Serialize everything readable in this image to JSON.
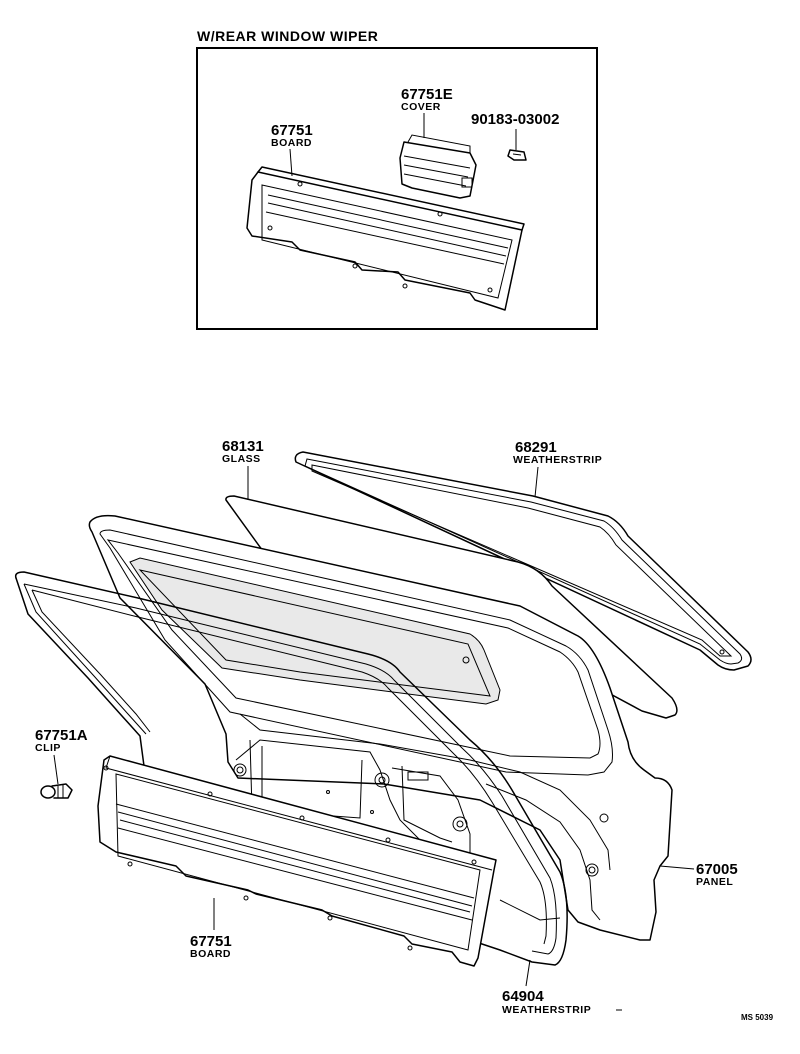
{
  "inset": {
    "title": "W/REAR WINDOW WIPER",
    "parts": [
      {
        "number": "67751E",
        "name": "COVER"
      },
      {
        "number": "90183-03002",
        "name": ""
      },
      {
        "number": "67751",
        "name": "BOARD"
      }
    ]
  },
  "parts": [
    {
      "number": "68131",
      "name": "GLASS"
    },
    {
      "number": "68291",
      "name": "WEATHERSTRIP"
    },
    {
      "number": "67751A",
      "name": "CLIP"
    },
    {
      "number": "67005",
      "name": "PANEL"
    },
    {
      "number": "67751",
      "name": "BOARD"
    },
    {
      "number": "64904",
      "name": "WEATHERSTRIP"
    }
  ],
  "footer": {
    "code": "MS 5039"
  }
}
